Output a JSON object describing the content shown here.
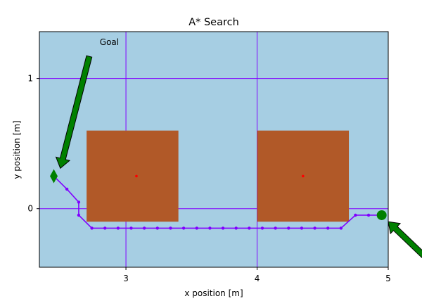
{
  "chart_data": {
    "type": "scatter",
    "title": "A* Search",
    "xlabel": "x position [m]",
    "ylabel": "y position [m]",
    "xlim": [
      2.34,
      5.0
    ],
    "ylim": [
      -0.45,
      1.36
    ],
    "xticks": [
      3,
      4,
      5
    ],
    "xtick_labels": [
      "3",
      "4",
      "5"
    ],
    "yticks": [
      0,
      1
    ],
    "ytick_labels": [
      "0",
      "1"
    ],
    "grid": true,
    "colors": {
      "background": "#a6cee3",
      "obstacle": "#b15928",
      "grid": "#8000ff",
      "path": "#8000ff",
      "marker": "#008000",
      "obstacle_center": "#ff0000"
    },
    "obstacles": [
      {
        "x0": 2.7,
        "x1": 3.4,
        "y0": -0.1,
        "y1": 0.6,
        "center": [
          3.08,
          0.25
        ]
      },
      {
        "x0": 4.0,
        "x1": 4.7,
        "y0": -0.1,
        "y1": 0.6,
        "center": [
          4.35,
          0.25
        ]
      }
    ],
    "path": [
      [
        2.45,
        0.25
      ],
      [
        2.55,
        0.15
      ],
      [
        2.64,
        0.05
      ],
      [
        2.64,
        -0.05
      ],
      [
        2.74,
        -0.15
      ],
      [
        2.84,
        -0.15
      ],
      [
        2.94,
        -0.15
      ],
      [
        3.04,
        -0.15
      ],
      [
        3.14,
        -0.15
      ],
      [
        3.24,
        -0.15
      ],
      [
        3.34,
        -0.15
      ],
      [
        3.44,
        -0.15
      ],
      [
        3.54,
        -0.15
      ],
      [
        3.64,
        -0.15
      ],
      [
        3.74,
        -0.15
      ],
      [
        3.84,
        -0.15
      ],
      [
        3.94,
        -0.15
      ],
      [
        4.04,
        -0.15
      ],
      [
        4.14,
        -0.15
      ],
      [
        4.24,
        -0.15
      ],
      [
        4.34,
        -0.15
      ],
      [
        4.44,
        -0.15
      ],
      [
        4.54,
        -0.15
      ],
      [
        4.64,
        -0.15
      ],
      [
        4.75,
        -0.05
      ],
      [
        4.85,
        -0.05
      ],
      [
        4.95,
        -0.05
      ]
    ],
    "start": [
      4.95,
      -0.05
    ],
    "goal": [
      2.45,
      0.25
    ],
    "annotations": [
      {
        "text": "Goal",
        "text_xy": [
          2.8,
          1.28
        ],
        "arrow_from": [
          2.72,
          1.17
        ],
        "arrow_to": [
          2.5,
          0.31
        ]
      },
      {
        "text": "",
        "arrow_from": [
          5.27,
          -0.36
        ],
        "arrow_to": [
          5.0,
          -0.1
        ]
      }
    ]
  }
}
